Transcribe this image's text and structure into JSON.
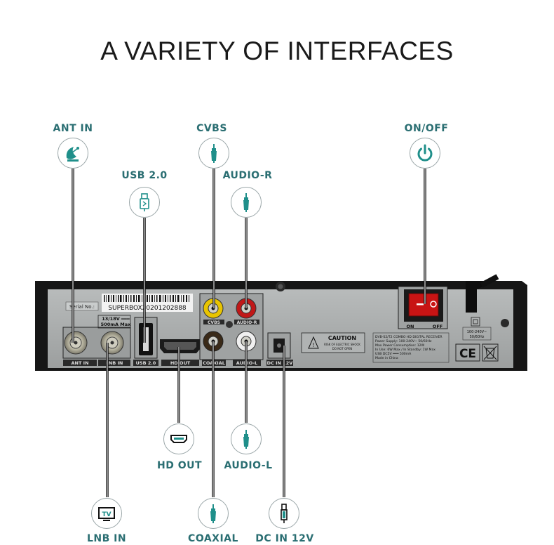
{
  "title": "A VARIETY OF INTERFACES",
  "callouts": {
    "ant_in": "ANT IN",
    "usb": "USB 2.0",
    "cvbs": "CVBS",
    "audio_r": "AUDIO-R",
    "on_off": "ON/OFF",
    "hd_out": "HD OUT",
    "audio_l": "AUDIO-L",
    "lnb_in": "LNB IN",
    "coaxial": "COAXIAL",
    "dc_in": "DC IN 12V"
  },
  "panel": {
    "serial_label": "Serial No.:",
    "serial_number": "SUPERBOX20201202888",
    "lnb_power": "13/18V ═══",
    "lnb_current": "500mA Max",
    "port_ant_in": "ANT IN",
    "port_lnb_in": "LNB IN",
    "port_usb": "USB 2.0",
    "port_hd_out": "HD OUT",
    "port_cvbs": "CVBS",
    "port_audio_r": "AUDIO-R",
    "port_coaxial": "COAXIAL",
    "port_audio_l": "AUDIO-L",
    "port_dc_in": "DC IN 12V",
    "caution_title": "CAUTION",
    "caution_line1": "RISK OF ELECTRIC SHOCK",
    "caution_line2": "DO NOT OPEN",
    "spec_lines": [
      "DVB-S2/T2 COMBO HD DIGITAL RECEIVER",
      "Power Supply: 100-240V~ 50/60Hz",
      "Max Power Consumption: 12W",
      "In Use: 6W Max / In Standby: 1W Max",
      "USB DC5V ═══ 500mA",
      "Made in China"
    ],
    "switch_on": "ON",
    "switch_off": "OFF",
    "mains_rating_1": "100-240V~",
    "mains_rating_2": "50/60Hz",
    "ce_mark": "CE"
  },
  "icons": {
    "ant_in": "satellite-dish-icon",
    "usb": "usb-plug-icon",
    "cvbs": "rca-plug-icon",
    "audio_r": "rca-plug-icon",
    "on_off": "power-icon",
    "hd_out": "hdmi-port-icon",
    "audio_l": "rca-plug-icon",
    "lnb_in": "tv-icon",
    "coaxial": "rca-plug-icon",
    "dc_in": "dc-plug-icon"
  },
  "colors": {
    "accent": "#1f8f8a",
    "label": "#2a6e72",
    "panel": "#a9acac",
    "chassis": "#161616",
    "rca_yellow": "#e8c400",
    "rca_red": "#c01818",
    "rca_white": "#f0f0f0",
    "rocker_red": "#c81414"
  }
}
